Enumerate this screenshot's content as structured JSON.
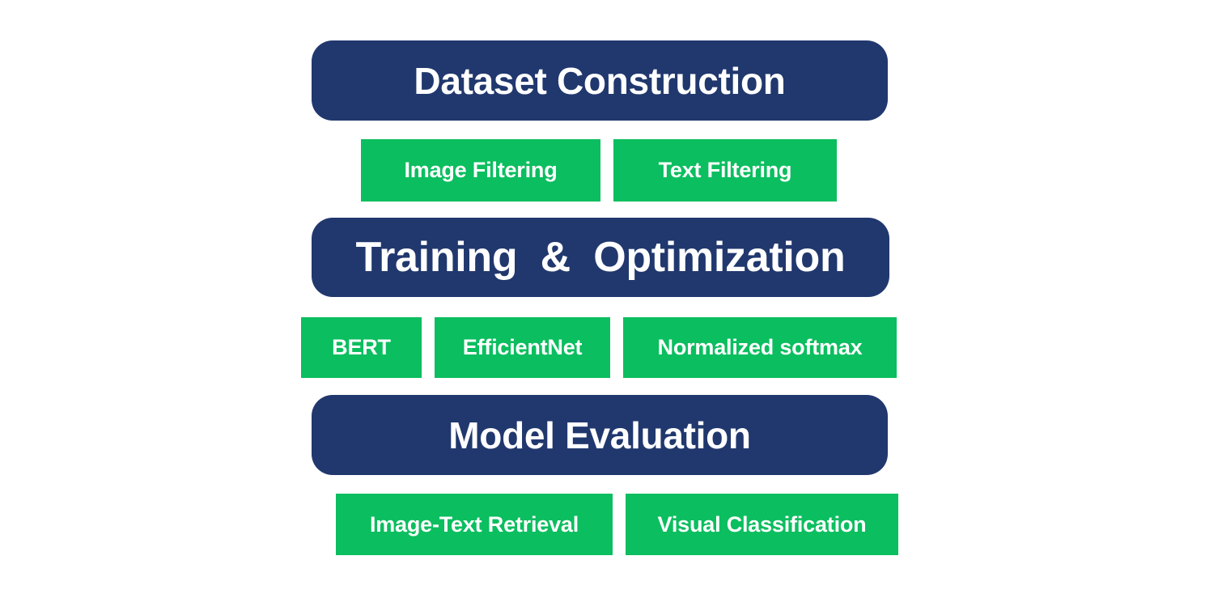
{
  "colors": {
    "stage_bg": "#21386e",
    "component_bg": "#0bbe5f",
    "text": "#ffffff",
    "canvas": "#ffffff"
  },
  "diagram": {
    "type": "pipeline-flow",
    "orientation": "vertical",
    "stage_count": 3,
    "stages": [
      {
        "title": "Dataset Construction",
        "components": [
          {
            "label": "Image Filtering"
          },
          {
            "label": "Text Filtering"
          }
        ]
      },
      {
        "title": "Training  &  Optimization",
        "components": [
          {
            "label": "BERT"
          },
          {
            "label": "EfficientNet"
          },
          {
            "label": "Normalized softmax"
          }
        ]
      },
      {
        "title": "Model Evaluation",
        "components": [
          {
            "label": "Image-Text Retrieval"
          },
          {
            "label": "Visual Classification"
          }
        ]
      }
    ]
  }
}
